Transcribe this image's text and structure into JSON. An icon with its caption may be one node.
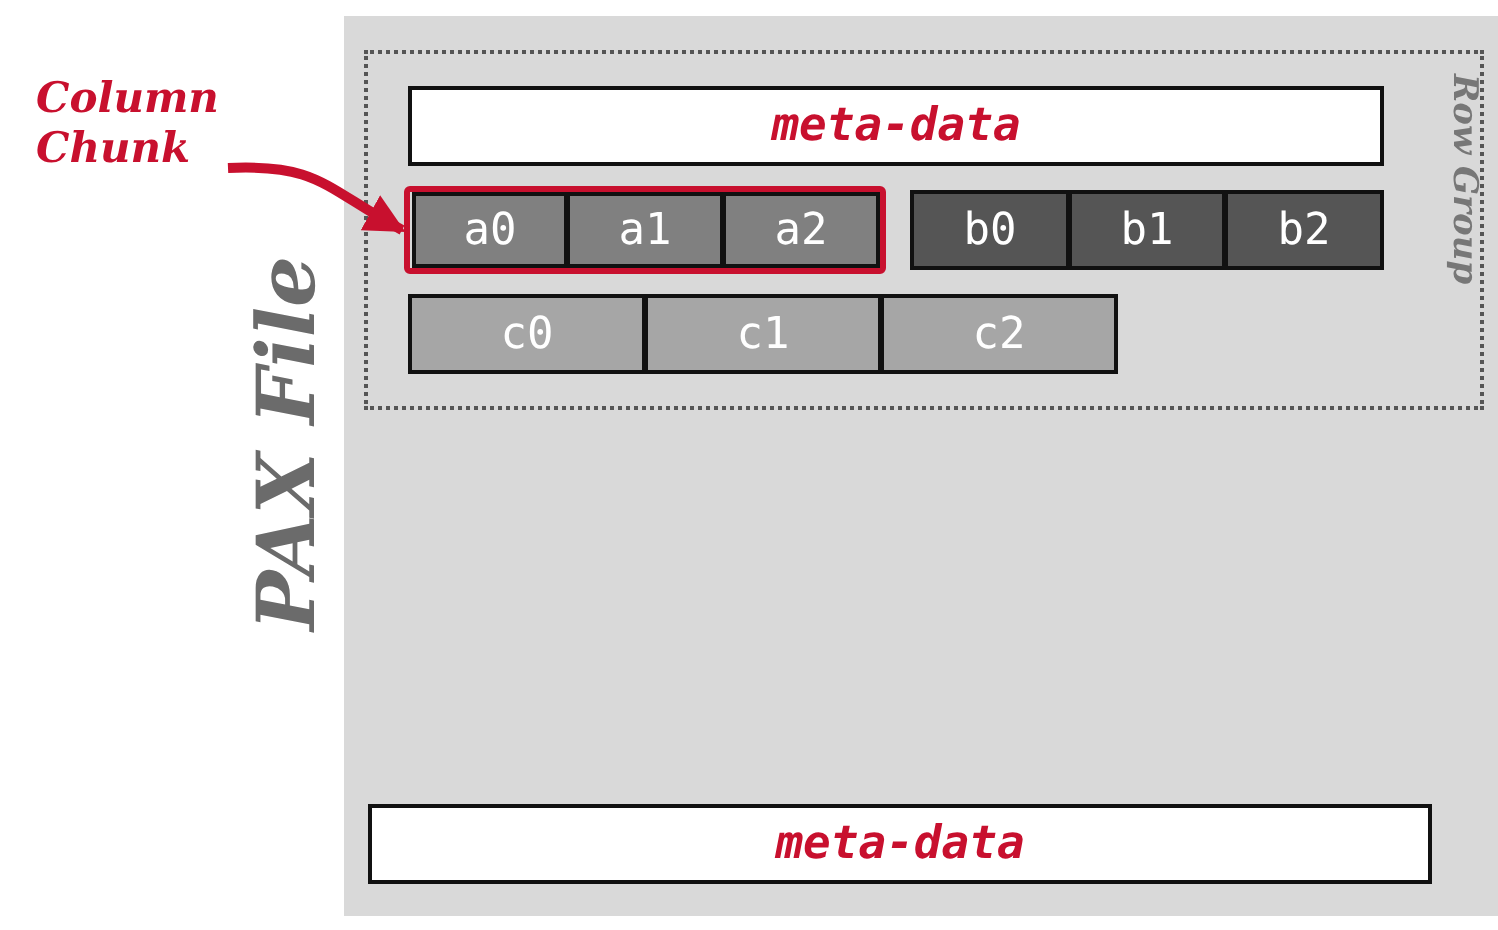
{
  "diagram": {
    "nodes": [
      {
        "text": [
          "Column Chunk"
        ]
      },
      {
        "text": [
          "PAX File"
        ]
      },
      {
        "text": [
          "Row Group"
        ],
        "in": 1
      },
      {
        "text": [
          "meta-data"
        ],
        "in": 2
      },
      {
        "text": [],
        "shape": "box",
        "in": 2
      },
      {
        "text": [
          "a0"
        ],
        "in": 4
      },
      {
        "text": [
          "a1"
        ],
        "in": 4
      },
      {
        "text": [
          "a2"
        ],
        "in": 4
      },
      {
        "text": [
          "b0"
        ],
        "in": 2
      },
      {
        "text": [
          "b1"
        ],
        "in": 2
      },
      {
        "text": [
          "b2"
        ],
        "in": 2
      },
      {
        "text": [
          "c0"
        ],
        "in": 2
      },
      {
        "text": [
          "c1"
        ],
        "in": 2
      },
      {
        "text": [
          "c2"
        ],
        "in": 2
      },
      {
        "text": [
          "meta-data"
        ],
        "in": 1
      }
    ],
    "edges": [
      {
        "from": 0,
        "to": 4,
        "arrow": "to",
        "color": "#c8102e"
      }
    ]
  }
}
